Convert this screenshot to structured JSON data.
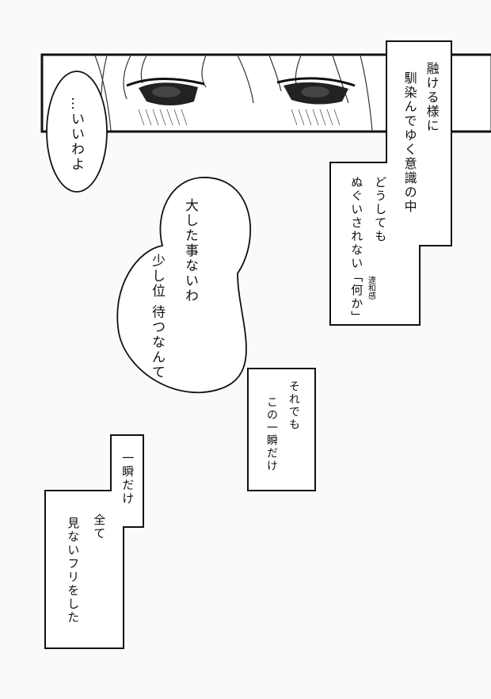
{
  "panel": {
    "subject": "close-up of eyes with blushing cheeks"
  },
  "bubbles": {
    "iiwayo": "…いいわよ",
    "taishita_line1": "大した事ないわ",
    "taishita_line2": "少し位 待つなんて"
  },
  "captions": {
    "narration_line1": "融ける様に",
    "narration_line2": "馴染んでゆく意識の中",
    "narration_line3": "どうしても",
    "narration_line4": "ぬぐいされない「何か」",
    "furigana_iwakan": "違和感",
    "soredemo_line1": "それでも",
    "soredemo_line2": "この一瞬だけ",
    "isshun_line1": "一瞬だけ",
    "isshun_line2": "全て",
    "isshun_line3": "見ないフリをした"
  }
}
